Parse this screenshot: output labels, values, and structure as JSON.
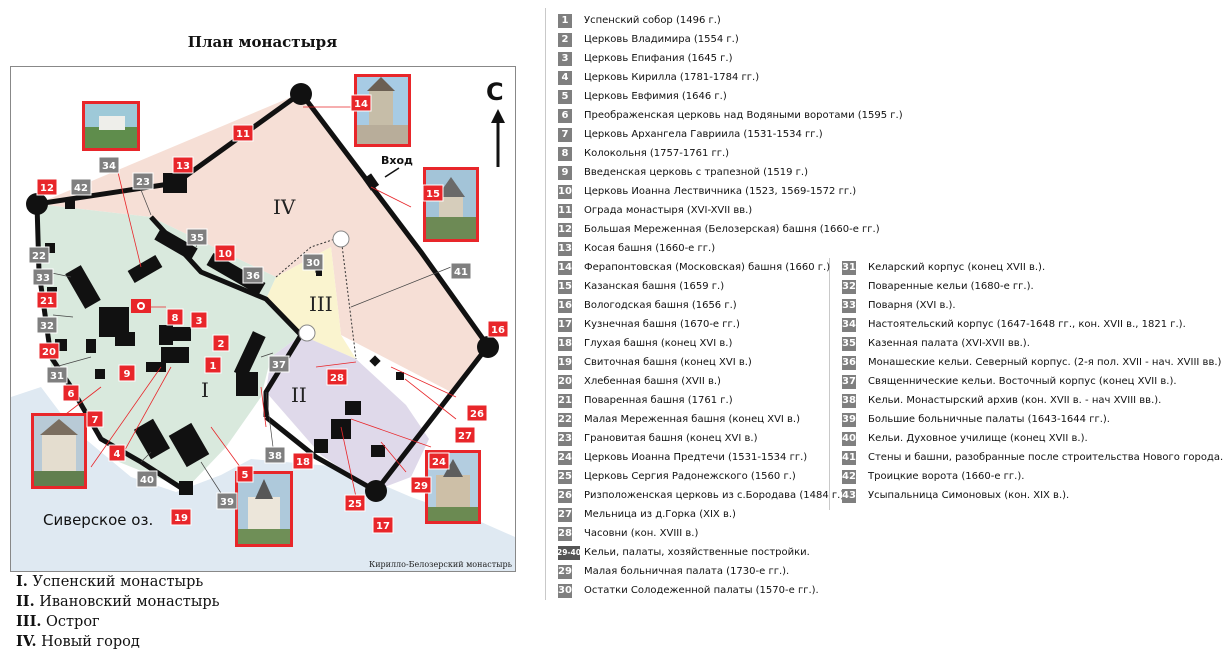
{
  "map": {
    "title": "План монастыря",
    "lake": "Сиверское оз.",
    "north": "С",
    "entrance": "Вход",
    "credit": "Кирилло-Белозерский монастырь",
    "zones": {
      "z1": "I",
      "z2": "II",
      "z3": "III",
      "z4": "IV"
    },
    "colors": {
      "marker_red": "#e8262a",
      "marker_gray": "#7f7f7f",
      "zone1": "#d9e9dd",
      "zone2": "#dfd9ea",
      "zone3": "#faf4cf",
      "zone4": "#f6dfd6",
      "water": "#dfe9f2",
      "wall": "#111111"
    },
    "markers": {
      "m1": "1",
      "m2": "2",
      "m3": "3",
      "m4": "4",
      "m5": "5",
      "m6": "6",
      "m7": "7",
      "m8": "8",
      "m9": "9",
      "m10": "10",
      "m11": "11",
      "m12": "12",
      "m13": "13",
      "m14": "14",
      "m15": "15",
      "m16": "16",
      "m17": "17",
      "m18": "18",
      "m19": "19",
      "m20": "20",
      "m21": "21",
      "m22": "22",
      "m23": "23",
      "m24": "24",
      "m25": "25",
      "m26": "26",
      "m27": "27",
      "m28": "28",
      "m29": "29",
      "m30": "30",
      "m31": "31",
      "m32": "32",
      "m33": "33",
      "m34": "34",
      "m35": "35",
      "m36": "36",
      "m37": "37",
      "m38": "38",
      "m39": "39",
      "m40": "40",
      "m41": "41",
      "m42": "42"
    }
  },
  "zones_legend": [
    {
      "numeral": "I.",
      "name": "Успенский монастырь"
    },
    {
      "numeral": "II.",
      "name": "Ивановский монастырь"
    },
    {
      "numeral": "III.",
      "name": "Острог"
    },
    {
      "numeral": "IV.",
      "name": "Новый город"
    }
  ],
  "legend_left": [
    {
      "num": "1",
      "text": "Успенский собор (1496 г.)"
    },
    {
      "num": "2",
      "text": "Церковь Владимира (1554 г.)"
    },
    {
      "num": "3",
      "text": "Церковь Епифания (1645 г.)"
    },
    {
      "num": "4",
      "text": "Церковь Кирилла (1781-1784 гг.)"
    },
    {
      "num": "5",
      "text": "Церковь Евфимия (1646 г.)"
    },
    {
      "num": "6",
      "text": "Преображенская церковь над Водяными воротами (1595 г.)"
    },
    {
      "num": "7",
      "text": "Церковь Архангела Гавриила (1531-1534 гг.)"
    },
    {
      "num": "8",
      "text": "Колокольня (1757-1761 гг.)"
    },
    {
      "num": "9",
      "text": "Введенская церковь с трапезной (1519 г.)"
    },
    {
      "num": "10",
      "text": "Церковь Иоанна Лествичника (1523, 1569-1572 гг.)"
    },
    {
      "num": "11",
      "text": "Ограда монастыря (XVI-XVII вв.)"
    },
    {
      "num": "12",
      "text": "Большая Мереженная (Белозерская) башня (1660-е гг.)"
    },
    {
      "num": "13",
      "text": "Косая башня (1660-е гг.)"
    },
    {
      "num": "14",
      "text": "Ферапонтовская (Московская) башня (1660 г.)"
    },
    {
      "num": "15",
      "text": "Казанская башня (1659 г.)"
    },
    {
      "num": "16",
      "text": "Вологодская башня (1656 г.)"
    },
    {
      "num": "17",
      "text": "Кузнечная башня (1670-е гг.)"
    },
    {
      "num": "18",
      "text": "Глухая башня (конец XVI в.)"
    },
    {
      "num": "19",
      "text": "Свиточная башня (конец XVI в.)"
    },
    {
      "num": "20",
      "text": "Хлебенная башня (XVII в.)"
    },
    {
      "num": "21",
      "text": "Поваренная башня (1761 г.)"
    },
    {
      "num": "22",
      "text": "Малая Мереженная башня (конец XVI в.)"
    },
    {
      "num": "23",
      "text": "Грановитая башня (конец XVI в.)"
    },
    {
      "num": "24",
      "text": "Церковь Иоанна Предтечи (1531-1534 гг.)"
    },
    {
      "num": "25",
      "text": "Церковь Сергия Радонежского (1560 г.)"
    },
    {
      "num": "26",
      "text": "Ризположенская церковь из с.Бородава (1484 г.)"
    },
    {
      "num": "27",
      "text": "Мельница из д.Горка (XIX в.)"
    },
    {
      "num": "28",
      "text": "Часовни (кон. XVIII в.)"
    },
    {
      "num": "29-40",
      "text": "Кельи, палаты, хозяйственные постройки."
    },
    {
      "num": "29",
      "text": "Малая больничная палата (1730-е гг.)."
    },
    {
      "num": "30",
      "text": "Остатки Солодеженной палаты (1570-е гг.)."
    }
  ],
  "legend_right": [
    {
      "num": "31",
      "text": "Келарский корпус (конец XVII в.)."
    },
    {
      "num": "32",
      "text": "Поваренные кельи (1680-е гг.)."
    },
    {
      "num": "33",
      "text": "Поварня (XVI в.)."
    },
    {
      "num": "34",
      "text": "Настоятельский корпус (1647-1648 гг., кон. XVII в., 1821 г.)."
    },
    {
      "num": "35",
      "text": "Казенная палата (XVI-XVII вв.)."
    },
    {
      "num": "36",
      "text": "Монашеские кельи. Северный корпус. (2-я пол. XVII - нач. XVIII вв.)"
    },
    {
      "num": "37",
      "text": "Священнические кельи. Восточный корпус (конец XVII в.)."
    },
    {
      "num": "38",
      "text": "Кельи. Монастырский архив (кон. XVII в. - нач XVIII вв.)."
    },
    {
      "num": "39",
      "text": "Большие больничные палаты (1643-1644 гг.)."
    },
    {
      "num": "40",
      "text": "Кельи. Духовное училище (конец XVII в.)."
    },
    {
      "num": "41",
      "text": "Стены и башни, разобранные после строительства Нового города."
    },
    {
      "num": "42",
      "text": "Троицкие ворота (1660-е гг.)."
    },
    {
      "num": "43",
      "text": "Усыпальница Симоновых (кон. XIX в.)."
    }
  ]
}
